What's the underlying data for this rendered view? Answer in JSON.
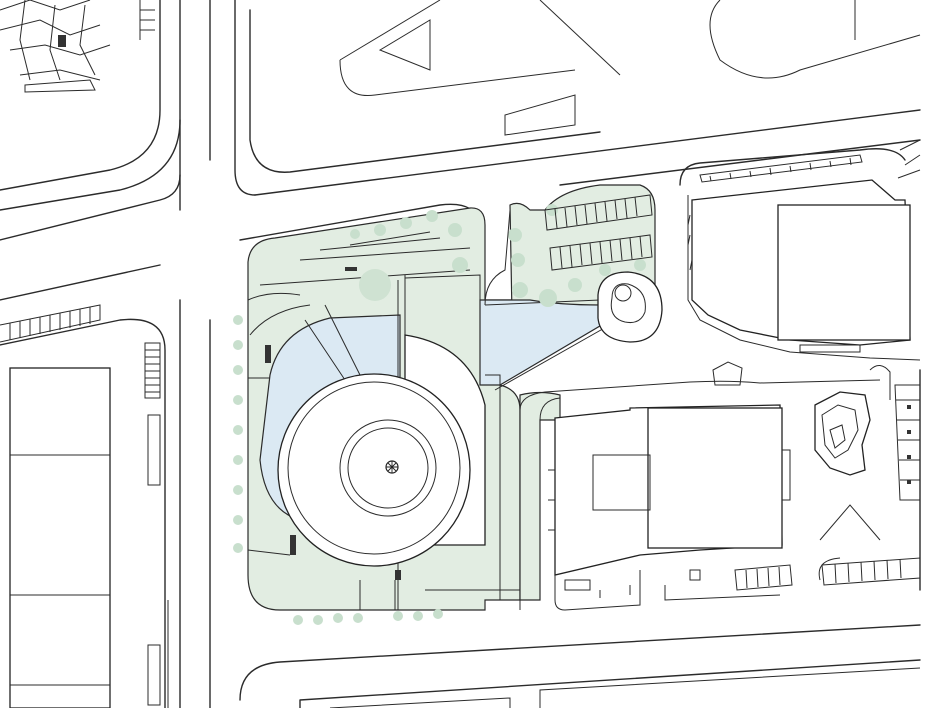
{
  "map": {
    "kind": "site-plan",
    "labels": []
  },
  "colors": {
    "background": "#ffffff",
    "line": "#2b2b2b",
    "landscape_green": "#e2ede2",
    "tree_green": "#c8dfcd",
    "water_blue": "#dbe9f3",
    "building_fill": "#ffffff"
  },
  "features": {
    "main_building": "circular-tower",
    "water_feature": "reflecting-pool",
    "landscape": "planted-garden",
    "parking": "parking-stalls",
    "roads": "street-network"
  }
}
